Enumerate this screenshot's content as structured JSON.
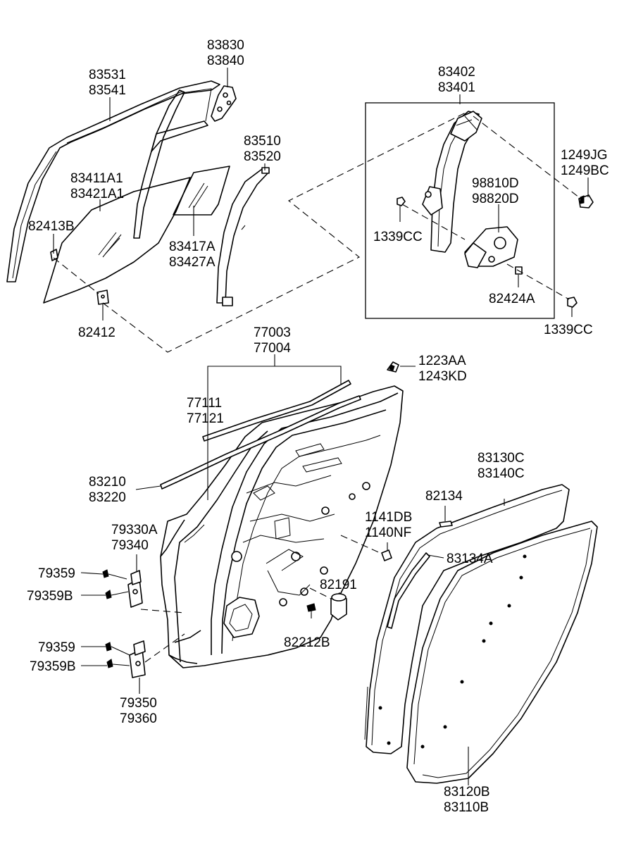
{
  "diagram": {
    "labels": {
      "glass_run_front": [
        "83531",
        "83541"
      ],
      "corner_bracket": [
        "83830",
        "83840"
      ],
      "door_glass": [
        "83411A1",
        "83421A1"
      ],
      "glass_clip": "82413B",
      "quarter_glass": [
        "83417A",
        "83427A"
      ],
      "rear_channel": [
        "83510",
        "83520"
      ],
      "glass_holder": "82412",
      "regulator_assy": [
        "83402",
        "83401"
      ],
      "bolt_top": [
        "1249JG",
        "1249BC"
      ],
      "motor": [
        "98810D",
        "98820D"
      ],
      "nut_left": "1339CC",
      "nut_motor": "82424A",
      "nut_right": "1339CC",
      "door_panel": [
        "77003",
        "77004"
      ],
      "screw_top": [
        "1223AA",
        "1243KD"
      ],
      "outer_panel": [
        "77111",
        "77121"
      ],
      "belt_weatherstrip": [
        "83210",
        "83220"
      ],
      "hinge_upper": [
        "79330A",
        "79340"
      ],
      "bolt_hu1": "79359",
      "bolt_hu2": "79359B",
      "bolt_hl1": "79359",
      "bolt_hl2": "79359B",
      "hinge_lower": [
        "79350",
        "79360"
      ],
      "door_seal_body": [
        "83130C",
        "83140C"
      ],
      "pad": "82134",
      "bolt_mid": [
        "1141DB",
        "1140NF"
      ],
      "seal_strip": "83134A",
      "bumper": "82191",
      "plug": "82212B",
      "door_seal_door": [
        "83120B",
        "83110B"
      ]
    }
  }
}
